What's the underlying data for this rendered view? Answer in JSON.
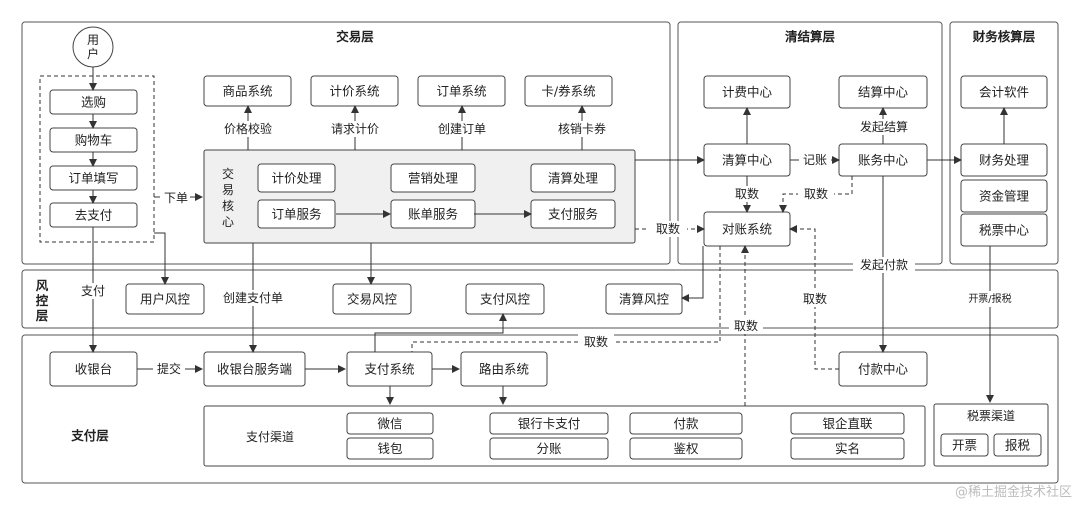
{
  "layers": {
    "trade": "交易层",
    "clearing": "清结算层",
    "finance": "财务核算层",
    "risk": "风控层",
    "payment": "支付层"
  },
  "user_flow": {
    "user": "用户",
    "steps": [
      "选购",
      "购物车",
      "订单填写",
      "去支付"
    ]
  },
  "trade_systems": [
    "商品系统",
    "计价系统",
    "订单系统",
    "卡/券系统"
  ],
  "trade_actions": [
    "价格校验",
    "请求计价",
    "创建订单",
    "核销卡券"
  ],
  "trade_core": {
    "title": "交易核心",
    "modules": [
      "计价处理",
      "营销处理",
      "清算处理",
      "订单服务",
      "账单服务",
      "支付服务"
    ]
  },
  "clearing": {
    "fee_center": "计费中心",
    "settle_center": "结算中心",
    "clear_center": "清算中心",
    "account_center": "账务中心",
    "recon": "对账系统",
    "labels": {
      "bookkeeping": "记账",
      "fetch": "取数",
      "initiate_settle": "发起结算",
      "initiate_payment": "发起付款"
    }
  },
  "finance": {
    "items": [
      "会计软件",
      "财务处理",
      "资金管理",
      "税票中心"
    ],
    "invoice_label": "开票/报税"
  },
  "risk": {
    "items": [
      "用户风控",
      "交易风控",
      "支付风控",
      "清算风控"
    ]
  },
  "payment": {
    "cashier": "收银台",
    "cashier_service": "收银台服务端",
    "pay_system": "支付系统",
    "routing": "路由系统",
    "payout_center": "付款中心",
    "channels_title": "支付渠道",
    "channels": [
      "微信",
      "钱包",
      "银行卡支付",
      "分账",
      "付款",
      "鉴权",
      "银企直联",
      "实名"
    ],
    "tax_channel": "税票渠道",
    "tax_items": [
      "开票",
      "报税"
    ]
  },
  "edge_labels": {
    "place_order": "下单",
    "pay": "支付",
    "submit": "提交",
    "create_pay_order": "创建支付单",
    "fetch": "取数"
  },
  "watermark": "@稀土掘金技术社区"
}
